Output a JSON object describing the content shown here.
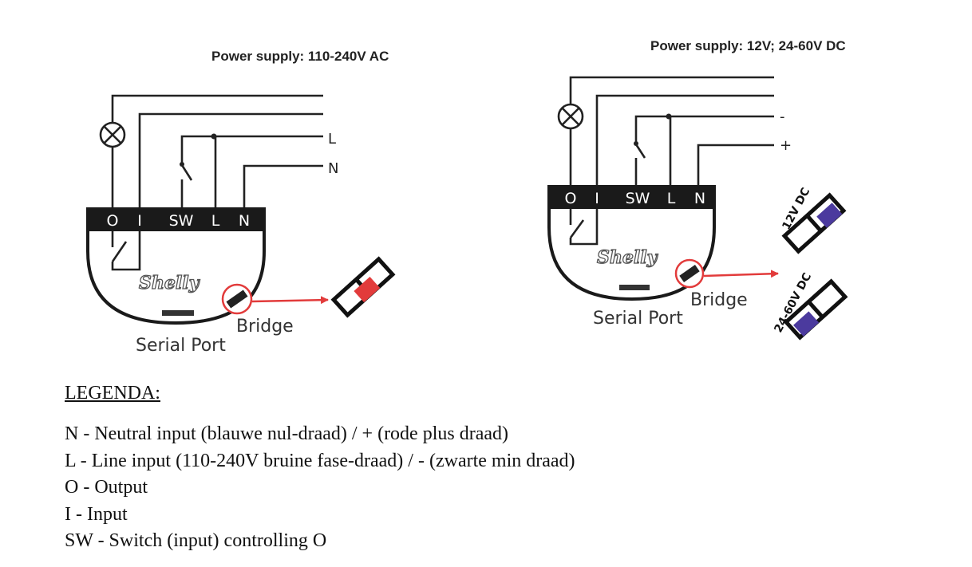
{
  "left_diagram": {
    "power_supply": "Power supply: 110-240V AC",
    "terminals": [
      "O",
      "I",
      "SW",
      "L",
      "N"
    ],
    "wire_labels": [
      "L",
      "N"
    ],
    "brand": "Shelly",
    "bridge_label": "Bridge",
    "serial_port_label": "Serial Port"
  },
  "right_diagram": {
    "power_supply": "Power supply: 12V; 24-60V DC",
    "terminals": [
      "O",
      "I",
      "SW",
      "L",
      "N"
    ],
    "wire_labels": [
      "-",
      "+"
    ],
    "brand": "Shelly",
    "bridge_label": "Bridge",
    "serial_port_label": "Serial Port",
    "jumper_12v": "12V DC",
    "jumper_24v": "24-60V DC"
  },
  "colors": {
    "terminal_bar": "#1a1a1a",
    "arrow": "#e23b3b",
    "jumper_ac": "#e23b3b",
    "jumper_dc": "#4b3a9e"
  },
  "legend": {
    "title": "LEGENDA:",
    "items": [
      "N - Neutral input (blauwe nul-draad) / + (rode plus draad)",
      "L - Line input (110-240V bruine fase-draad) / - (zwarte min draad)",
      "O - Output",
      "I - Input",
      "SW - Switch (input) controlling O"
    ]
  }
}
